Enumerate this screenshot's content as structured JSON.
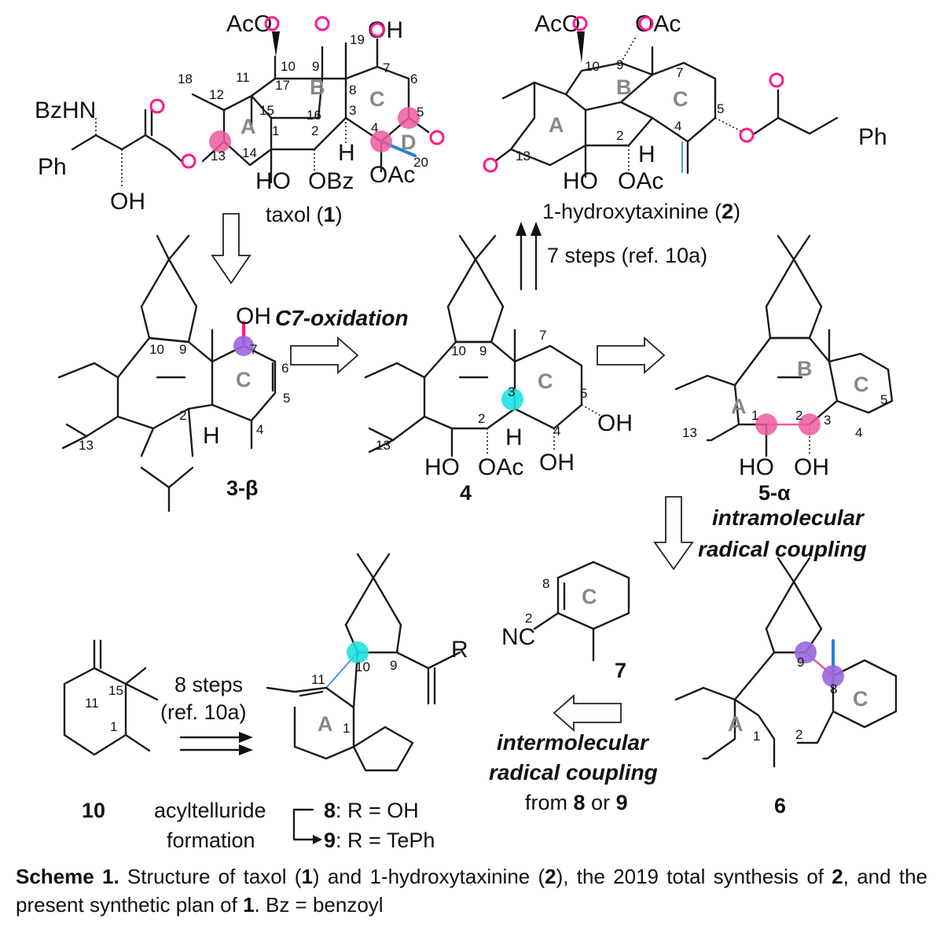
{
  "colors": {
    "oxygen": "#ff1a8c",
    "nitrogen": "#1a33ff",
    "pink_dot": "#ee5a9f",
    "cyan_dot": "#1ee0e0",
    "purple_dot": "#9966dd",
    "blue_bond": "#2a7fd4"
  },
  "taxol": {
    "name_pre": "taxol (",
    "name_num": "1",
    "name_post": ")",
    "groups": {
      "aco": "AcO",
      "oh": "OH",
      "bzhn": "BzHN",
      "ph": "Ph",
      "ho": "HO",
      "obz": "OBz",
      "oac": "OAc",
      "h": "H"
    },
    "rings": [
      "A",
      "B",
      "C",
      "D"
    ],
    "atom_numbers": [
      "18",
      "12",
      "11",
      "10",
      "9",
      "19",
      "7",
      "6",
      "17",
      "8",
      "15",
      "16",
      "3",
      "5",
      "4",
      "1",
      "2",
      "13",
      "14",
      "20"
    ]
  },
  "hydroxytaxinine": {
    "name_pre": "1-hydroxytaxinine (",
    "name_num": "2",
    "name_post": ")",
    "groups": {
      "aco": "AcO",
      "oac": "OAc",
      "ph": "Ph",
      "ho": "HO",
      "oac2": "OAc",
      "h": "H"
    },
    "rings": [
      "A",
      "B",
      "C"
    ],
    "atom_numbers": [
      "10",
      "9",
      "7",
      "5",
      "4",
      "2",
      "13"
    ]
  },
  "steps_label": "7 steps (ref. 10a)",
  "c7_oxidation": "C7-oxidation",
  "compound_3b": {
    "label": "3-β",
    "oh": "OH",
    "h": "H",
    "ring": "C",
    "atom_numbers": [
      "10",
      "9",
      "7",
      "6",
      "5",
      "4",
      "2",
      "13"
    ]
  },
  "compound_4": {
    "label": "4",
    "ring": "C",
    "oh": "OH",
    "ho": "HO",
    "oac": "OAc",
    "h": "H",
    "oh2": "OH",
    "atom_numbers": [
      "7",
      "10",
      "9",
      "3",
      "5",
      "2",
      "4",
      "13"
    ]
  },
  "compound_5a": {
    "label": "5-α",
    "rings": [
      "A",
      "B",
      "C"
    ],
    "ho": "HO",
    "oh": "OH",
    "atom_numbers": [
      "1",
      "2",
      "3",
      "5",
      "4",
      "13"
    ]
  },
  "intramolecular": [
    "intramolecular",
    "radical coupling"
  ],
  "compound_6": {
    "label": "6",
    "rings": [
      "A",
      "C"
    ],
    "atom_numbers": [
      "9",
      "8",
      "1",
      "2"
    ]
  },
  "compound_7": {
    "label": "7",
    "nc": "NC",
    "ring": "C",
    "atom_numbers": [
      "8",
      "2"
    ]
  },
  "intermolecular": [
    "intermolecular",
    "radical coupling"
  ],
  "from_line": {
    "pre": "from ",
    "a": "8",
    "mid": " or ",
    "b": "9"
  },
  "compound_8_9": {
    "ring": "A",
    "r": "R",
    "atom_numbers": [
      "10",
      "9",
      "11",
      "1"
    ],
    "row8": {
      "num": "8",
      "text": ": R = OH"
    },
    "row9": {
      "num": "9",
      "text": ": R = TePh"
    }
  },
  "acyltelluride": [
    "acyltelluride",
    "formation"
  ],
  "compound_10": {
    "label": "10",
    "atom_numbers": [
      "15",
      "11",
      "1"
    ]
  },
  "eight_steps": [
    "8 steps",
    "(ref. 10a)"
  ],
  "caption": {
    "bold_head": "Scheme 1.",
    "t1": " Structure of taxol (",
    "n1": "1",
    "t2": ") and 1-hydroxytaxinine (",
    "n2": "2",
    "t3": "), the 2019 total synthesis of ",
    "n3": "2",
    "t4": ", and the present synthetic plan of ",
    "n4": "1",
    "t5": ". Bz = benzoyl"
  }
}
